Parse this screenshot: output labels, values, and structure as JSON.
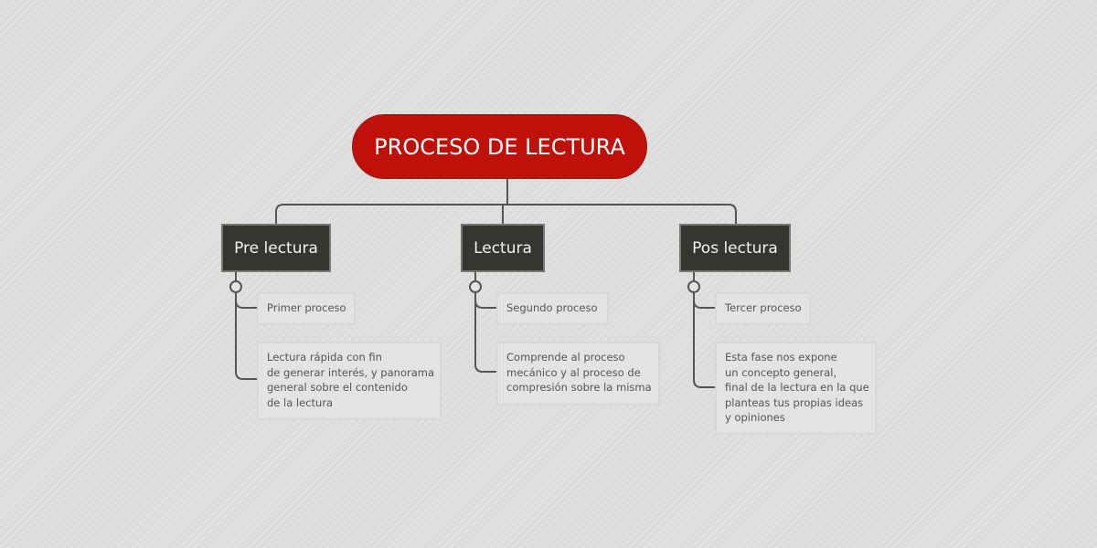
{
  "root": {
    "label": "PROCESO DE LECTURA"
  },
  "branches": [
    {
      "label": "Pre lectura",
      "children": [
        "Primer proceso",
        "Lectura rápida con fin\nde generar interés, y panorama\ngeneral sobre el contenido\nde la lectura"
      ]
    },
    {
      "label": "Lectura",
      "children": [
        "Segundo proceso",
        "Comprende al proceso\nmecánico y al proceso de\ncompresión sobre la misma"
      ]
    },
    {
      "label": "Pos lectura",
      "children": [
        "Tercer proceso",
        "Esta fase nos expone\nun concepto general,\nfinal de la lectura en la que\nplanteas tus propias ideas\ny opiniones"
      ]
    }
  ],
  "colors": {
    "root": "#bf1109",
    "main": "#363631",
    "line": "#555555"
  }
}
